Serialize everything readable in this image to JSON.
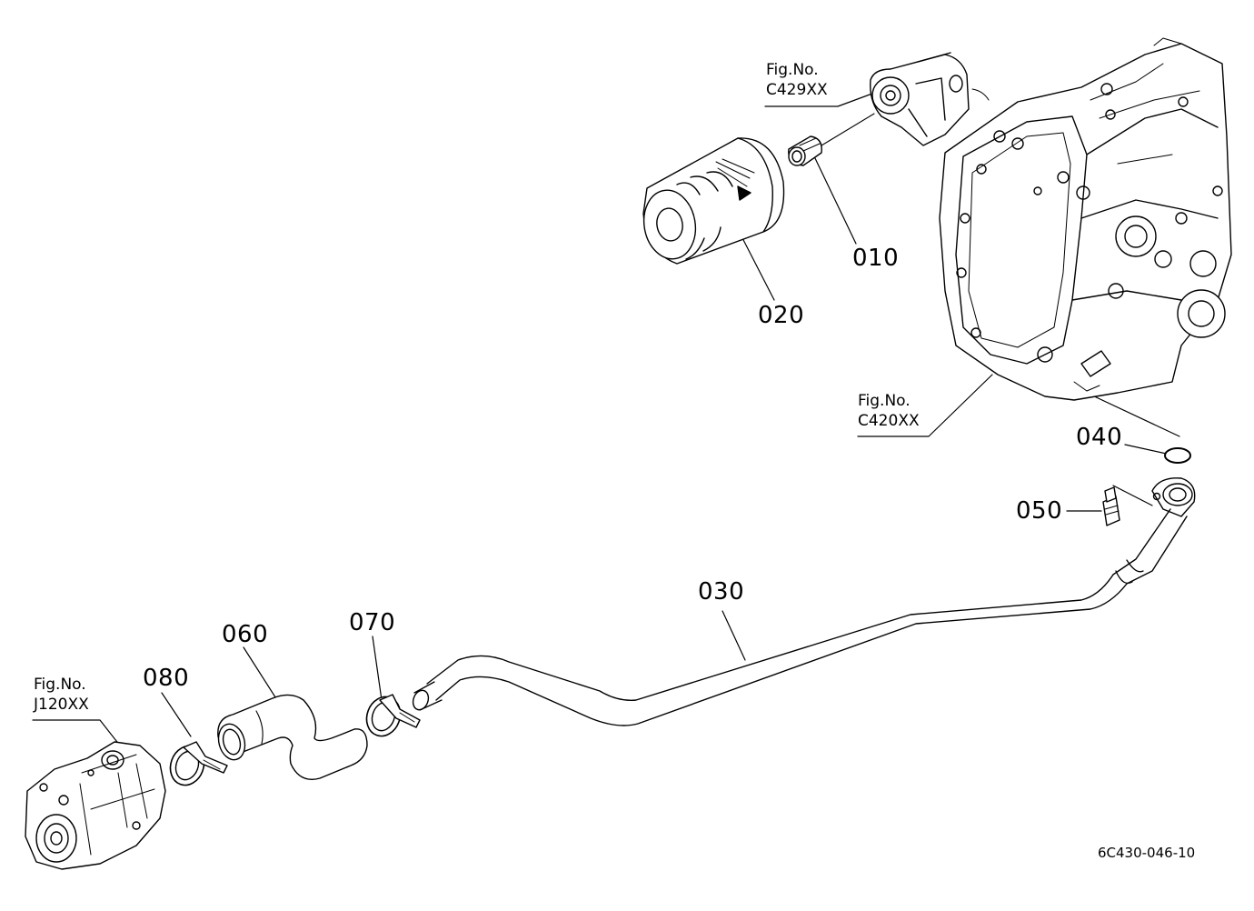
{
  "parts": [
    {
      "number": "010"
    },
    {
      "number": "020"
    },
    {
      "number": "030"
    },
    {
      "number": "040"
    },
    {
      "number": "050"
    },
    {
      "number": "060"
    },
    {
      "number": "070"
    },
    {
      "number": "080"
    }
  ],
  "figure_refs": [
    {
      "prefix": "Fig.No.",
      "code": "C429XX"
    },
    {
      "prefix": "Fig.No.",
      "code": "C420XX"
    },
    {
      "prefix": "Fig.No.",
      "code": "J120XX"
    }
  ],
  "drawing_number": "6C430-046-10",
  "colors": {
    "line": "#000000",
    "background": "#ffffff"
  }
}
